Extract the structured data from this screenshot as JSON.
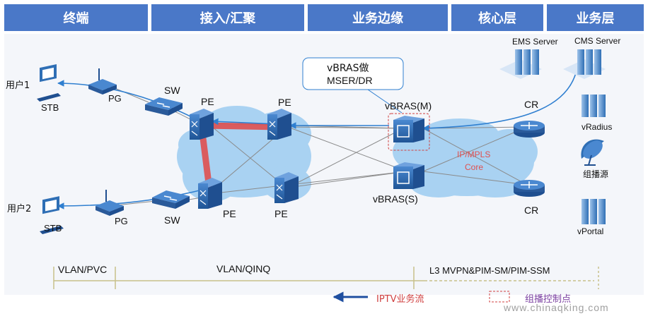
{
  "headers": [
    "终端",
    "接入/汇聚",
    "业务边缘",
    "核心层",
    "业务层"
  ],
  "nodes": {
    "user1": "用户1",
    "user2": "用户2",
    "stb": "STB",
    "pg": "PG",
    "sw": "SW",
    "pe": "PE",
    "vbras_m": "vBRAS(M)",
    "vbras_s": "vBRAS(S)",
    "cr": "CR",
    "core_line1": "IP/MPLS",
    "core_line2": "Core",
    "ems": "EMS  Server",
    "cms": "CMS Server",
    "vradius": "vRadius",
    "multicast_source": "组播源",
    "vportal": "vPortal"
  },
  "callout": {
    "line1": "vBRAS做",
    "line2": "MSER/DR"
  },
  "segments": {
    "vlan_pvc": "VLAN/PVC",
    "vlan_qinq": "VLAN/QINQ",
    "l3": "L3 MVPN&PIM-SM/PIM-SSM"
  },
  "legend": {
    "iptv": "IPTV业务流",
    "control": "组播控制点"
  },
  "watermark": "www.chinaqking.com",
  "colors": {
    "header": "#4a78c8",
    "flow": "#e05050",
    "cloud": "#a9d2f2",
    "node": "#2f6fb5"
  }
}
